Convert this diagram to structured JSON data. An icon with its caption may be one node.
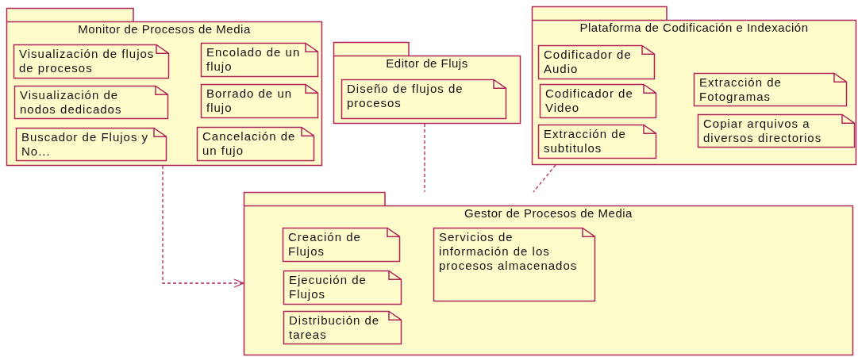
{
  "diagram": {
    "nodes": [
      {
        "text": [
          "Monitor de Procesos de Media"
        ]
      },
      {
        "text": [
          "Visualización de flujos de procesos"
        ],
        "in": 0
      },
      {
        "text": [
          "Encolado de un flujo"
        ],
        "in": 0
      },
      {
        "text": [
          "Visualización de nodos dedicados"
        ],
        "in": 0
      },
      {
        "text": [
          "Borrado de un flujo"
        ],
        "in": 0
      },
      {
        "text": [
          "Buscador de Flujos y No..."
        ],
        "in": 0
      },
      {
        "text": [
          "Cancelación de un fujo"
        ],
        "in": 0
      },
      {
        "text": [
          "Editor de Flujs"
        ]
      },
      {
        "text": [
          "Diseño de flujos de procesos"
        ],
        "in": 7
      },
      {
        "text": [
          "Plataforma de Codificación e Indexación"
        ]
      },
      {
        "text": [
          "Codificador de Audio"
        ],
        "in": 9
      },
      {
        "text": [
          "Codificador de Video"
        ],
        "in": 9
      },
      {
        "text": [
          "Extracción de subtitulos"
        ],
        "in": 9
      },
      {
        "text": [
          "Extracción de Fotogramas"
        ],
        "in": 9
      },
      {
        "text": [
          "Copiar arquivos a diversos directorios"
        ],
        "in": 9
      },
      {
        "text": [
          "Gestor de Procesos de Media"
        ]
      },
      {
        "text": [
          "Creación de Flujos"
        ],
        "in": 15
      },
      {
        "text": [
          "Ejecución de Flujos"
        ],
        "in": 15
      },
      {
        "text": [
          "Distribución de tareas"
        ],
        "in": 15
      },
      {
        "text": [
          "Servicios de información de los procesos almacenados"
        ],
        "in": 15
      }
    ],
    "edges": [
      {
        "from": 0,
        "to": 15,
        "arrow": "to",
        "style": "dashed"
      },
      {
        "from": 7,
        "to": 15,
        "arrow": "none",
        "style": "dashed"
      },
      {
        "from": 9,
        "to": 15,
        "arrow": "none",
        "style": "dashed"
      }
    ]
  }
}
